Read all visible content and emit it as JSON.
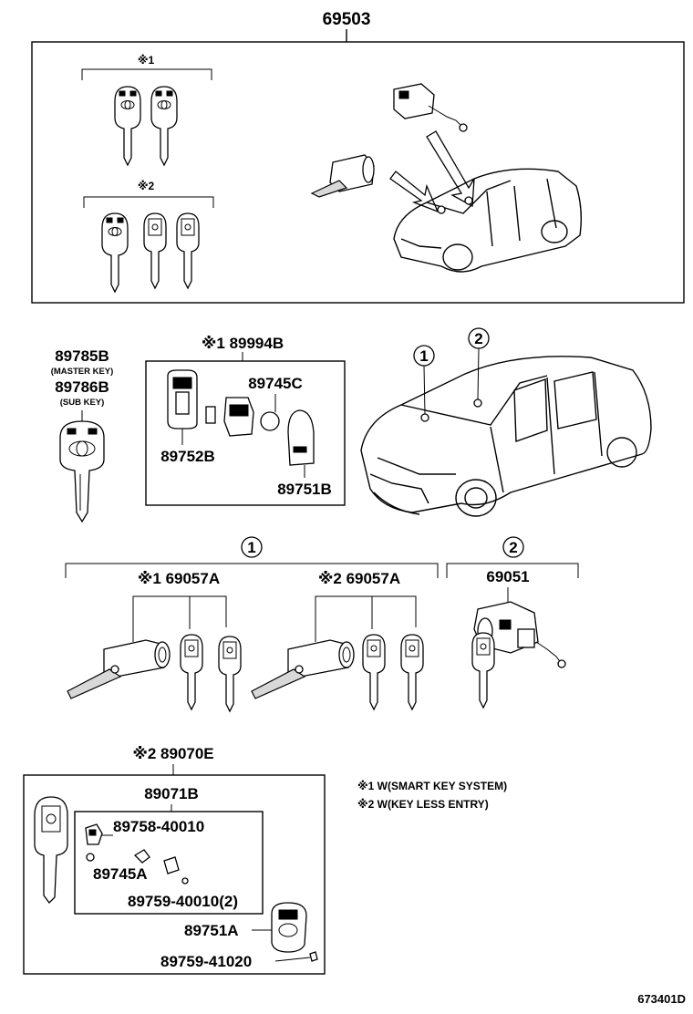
{
  "labels": {
    "kit_main": "69503",
    "kit_note_1": "※1",
    "kit_note_2": "※2",
    "master_key_pn": "89785B",
    "master_key_desc": "(MASTER KEY)",
    "sub_key_pn": "89786B",
    "sub_key_desc": "(SUB KEY)",
    "smart_key_pn": "※1 89994B",
    "battery_pn": "89745C",
    "cover_pn": "89752B",
    "case_pn": "89751B",
    "callout_1": "1",
    "callout_2": "2",
    "group_1": "1",
    "group_2": "2",
    "cyl_1_pn": "※1 69057A",
    "cyl_2_pn": "※2 69057A",
    "ign_pn": "69051",
    "transmitter_pn": "※2 89070E",
    "transmitter_sub_pn": "89071B",
    "pn_89758": "89758-40010",
    "pn_89745a": "89745A",
    "pn_89759_a": "89759-40010(2)",
    "pn_89751a": "89751A",
    "pn_89759_b": "89759-41020",
    "note_1": "※1 W(SMART KEY SYSTEM)",
    "note_2": "※2 W(KEY LESS ENTRY)",
    "diagram_code": "673401D"
  }
}
